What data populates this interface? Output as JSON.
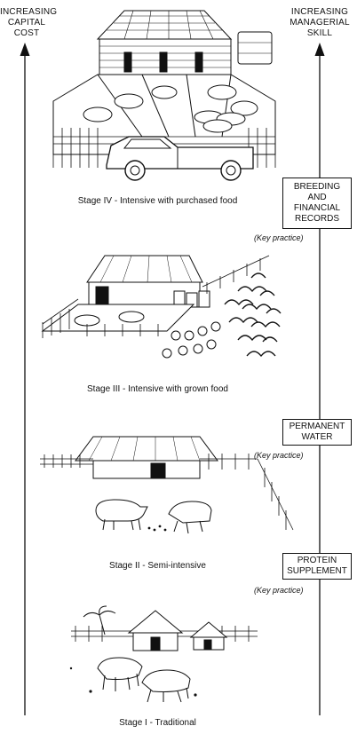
{
  "axes": {
    "left_label": [
      "INCREASING",
      "CAPITAL",
      "COST"
    ],
    "right_label": [
      "INCREASING",
      "MANAGERIAL",
      "SKILL"
    ]
  },
  "stages": [
    {
      "caption": "Stage IV - Intensive with purchased food",
      "illustration": "concrete-piggery-with-truck"
    },
    {
      "caption": "Stage III - Intensive with grown food",
      "illustration": "pen-with-garden-crops"
    },
    {
      "caption": "Stage II - Semi-intensive",
      "illustration": "hut-with-fenced-yard"
    },
    {
      "caption": "Stage I - Traditional",
      "illustration": "village-free-range-pigs"
    }
  ],
  "key_practices": [
    {
      "lines": [
        "BREEDING",
        "AND",
        "FINANCIAL",
        "RECORDS"
      ],
      "note": "(Key practice)"
    },
    {
      "lines": [
        "PERMANENT",
        "WATER"
      ],
      "note": "(Key practice)"
    },
    {
      "lines": [
        "PROTEIN",
        "SUPPLEMENT"
      ],
      "note": "(Key practice)"
    }
  ]
}
